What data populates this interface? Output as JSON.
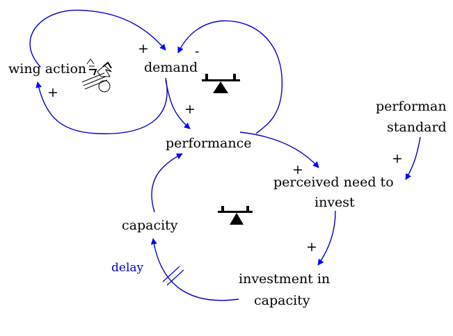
{
  "colors": {
    "link": "#0000c8",
    "arrowhead": "#0000ff",
    "text": "#000000",
    "balance_icon": "#000000"
  },
  "nodes": {
    "word_of_mouth": "wing action",
    "demand": "demand",
    "performance": "performance",
    "performance_standard_line1": "performan",
    "performance_standard_line2": "standard",
    "perceived_need_line1": "perceived need to",
    "perceived_need_line2": "invest",
    "capacity": "capacity",
    "investment_line1": "investment in",
    "investment_line2": "capacity"
  },
  "polarities": {
    "loop_to_demand": "+",
    "loop_to_word": "+",
    "demand_to_loop2": "-",
    "demand_to_performance": "+",
    "performance_to_need": "+",
    "standard_to_need": "+",
    "need_to_investment": "+"
  },
  "delay_label": "delay",
  "icons": [
    "people-icon",
    "balance-icon"
  ]
}
